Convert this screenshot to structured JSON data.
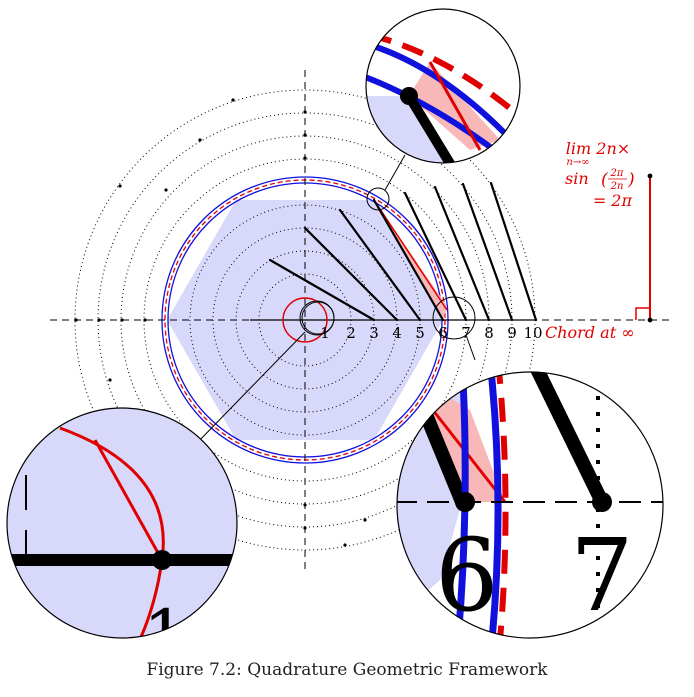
{
  "figure": {
    "caption": "Figure 7.2: Quadrature Geometric Framework"
  },
  "axis": {
    "ticks": [
      "1",
      "2",
      "3",
      "4",
      "5",
      "6",
      "7",
      "8",
      "9",
      "10"
    ],
    "end_label": "Chord at ∞"
  },
  "formula": {
    "line1": "lim 2n×",
    "line1_sub": "n→∞",
    "line2_prefix": "sin",
    "line2_frac_num": "2π",
    "line2_frac_den": "2n",
    "line3": "= 2π"
  },
  "zoom_labels": {
    "bottom_left": "1",
    "bottom_right_a": "6",
    "bottom_right_b": "7"
  },
  "colors": {
    "polygon_fill": "#d8d8fb",
    "circle_blue": "#1111dd",
    "circle_red": "#e00000",
    "triangle_fill": "#f8b8b8",
    "ink": "#000000"
  }
}
